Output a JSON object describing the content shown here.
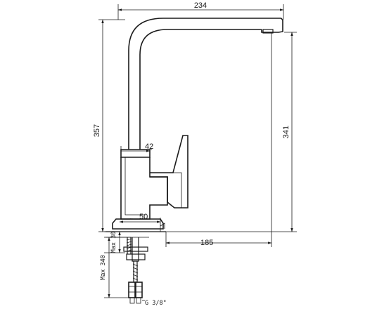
{
  "dimensions": {
    "spout_reach": "234",
    "total_height": "357",
    "spout_height": "341",
    "handle_offset": "42",
    "body_width": "50",
    "base_offset": "185",
    "max_thickness": "Max 30",
    "max_length": "Max 340",
    "thread": "G 3/8\""
  }
}
